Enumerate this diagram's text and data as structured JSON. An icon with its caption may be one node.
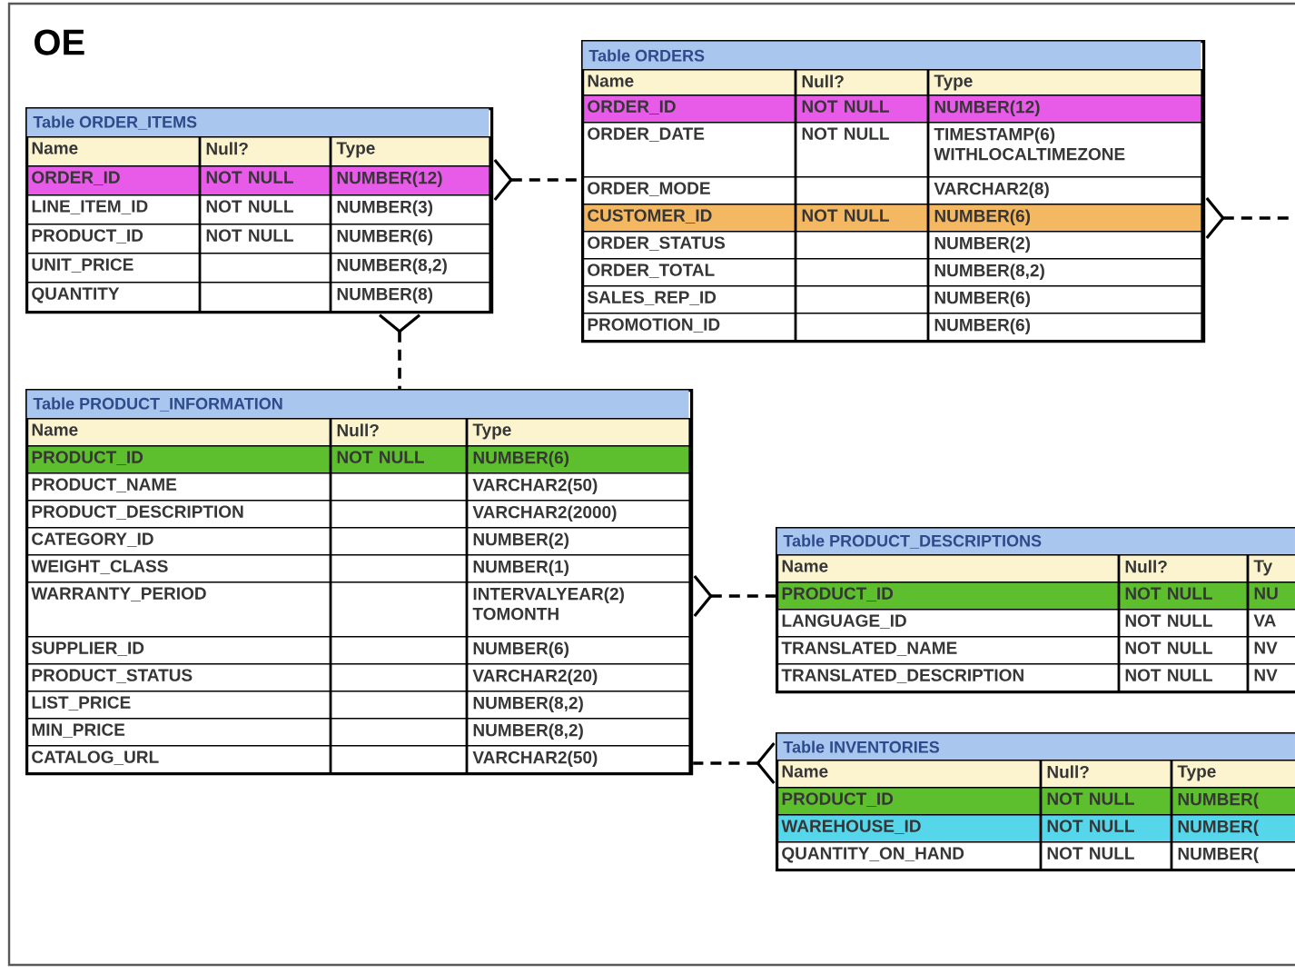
{
  "diagram": {
    "title": "OE",
    "nodes": [
      {
        "text": [
          "Table ORDER_ITEMS"
        ]
      },
      {
        "text": [
          "Name",
          "Null?",
          "Type"
        ],
        "in": 0
      },
      {
        "text": [
          "ORDER_ID",
          "NOT NULL",
          "NUMBER(12)"
        ],
        "in": 0
      },
      {
        "text": [
          "LINE_ITEM_ID",
          "NOT NULL",
          "NUMBER(3)"
        ],
        "in": 0
      },
      {
        "text": [
          "PRODUCT_ID",
          "NOT NULL",
          "NUMBER(6)"
        ],
        "in": 0
      },
      {
        "text": [
          "UNIT_PRICE",
          "NUMBER(8,2)"
        ],
        "in": 0
      },
      {
        "text": [
          "QUANTITY",
          "NUMBER(8)"
        ],
        "in": 0
      },
      {
        "text": [
          "Table ORDERS"
        ]
      },
      {
        "text": [
          "Name",
          "Null?",
          "Type"
        ],
        "in": 7
      },
      {
        "text": [
          "ORDER_ID",
          "NOT NULL",
          "NUMBER(12)"
        ],
        "in": 7
      },
      {
        "text": [
          "ORDER_DATE",
          "NOT NULL",
          "TIMESTAMP(6) WITHLOCALTIMEZONE"
        ],
        "in": 7
      },
      {
        "text": [
          "ORDER_MODE",
          "VARCHAR2(8)"
        ],
        "in": 7
      },
      {
        "text": [
          "CUSTOMER_ID",
          "NOT NULL",
          "NUMBER(6)"
        ],
        "in": 7
      },
      {
        "text": [
          "ORDER_STATUS",
          "NUMBER(2)"
        ],
        "in": 7
      },
      {
        "text": [
          "ORDER_TOTAL",
          "NUMBER(8,2)"
        ],
        "in": 7
      },
      {
        "text": [
          "SALES_REP_ID",
          "NUMBER(6)"
        ],
        "in": 7
      },
      {
        "text": [
          "PROMOTION_ID",
          "NUMBER(6)"
        ],
        "in": 7
      },
      {
        "text": [
          "Table PRODUCT_INFORMATION"
        ]
      },
      {
        "text": [
          "Name",
          "Null?",
          "Type"
        ],
        "in": 17
      },
      {
        "text": [
          "PRODUCT_ID",
          "NOT NULL",
          "NUMBER(6)"
        ],
        "in": 17
      },
      {
        "text": [
          "PRODUCT_NAME",
          "VARCHAR2(50)"
        ],
        "in": 17
      },
      {
        "text": [
          "PRODUCT_DESCRIPTION",
          "VARCHAR2(2000)"
        ],
        "in": 17
      },
      {
        "text": [
          "CATEGORY_ID",
          "NUMBER(2)"
        ],
        "in": 17
      },
      {
        "text": [
          "WEIGHT_CLASS",
          "NUMBER(1)"
        ],
        "in": 17
      },
      {
        "text": [
          "WARRANTY_PERIOD",
          "INTERVALYEAR(2) TOMONTH"
        ],
        "in": 17
      },
      {
        "text": [
          "SUPPLIER_ID",
          "NUMBER(6)"
        ],
        "in": 17
      },
      {
        "text": [
          "PRODUCT_STATUS",
          "VARCHAR2(20)"
        ],
        "in": 17
      },
      {
        "text": [
          "LIST_PRICE",
          "NUMBER(8,2)"
        ],
        "in": 17
      },
      {
        "text": [
          "MIN_PRICE",
          "NUMBER(8,2)"
        ],
        "in": 17
      },
      {
        "text": [
          "CATALOG_URL",
          "VARCHAR2(50)"
        ],
        "in": 17
      },
      {
        "text": [
          "Table PRODUCT_DESCRIPTIONS"
        ]
      },
      {
        "text": [
          "Name",
          "Null?",
          "Ty"
        ],
        "in": 30
      },
      {
        "text": [
          "PRODUCT_ID",
          "NOT NULL",
          "NU"
        ],
        "in": 30
      },
      {
        "text": [
          "LANGUAGE_ID",
          "NOT NULL",
          "VA"
        ],
        "in": 30
      },
      {
        "text": [
          "TRANSLATED_NAME",
          "NOT NULL",
          "NV"
        ],
        "in": 30
      },
      {
        "text": [
          "TRANSLATED_DESCRIPTION",
          "NOT NULL",
          "NV"
        ],
        "in": 30
      },
      {
        "text": [
          "Table INVENTORIES"
        ]
      },
      {
        "text": [
          "Name",
          "Null?",
          "Type"
        ],
        "in": 36
      },
      {
        "text": [
          "PRODUCT_ID",
          "NOT NULL",
          "NUMBER("
        ],
        "in": 36
      },
      {
        "text": [
          "WAREHOUSE_ID",
          "NOT NULL",
          "NUMBER("
        ],
        "in": 36
      },
      {
        "text": [
          "QUANTITY_ON_HAND",
          "NOT NULL",
          "NUMBER("
        ],
        "in": 36
      }
    ],
    "edges": [
      {
        "from": 0,
        "to": 7,
        "arrow": "other",
        "style": "dashed"
      },
      {
        "from": 7,
        "to": null,
        "arrow": "other",
        "style": "dashed"
      },
      {
        "from": 0,
        "to": 17,
        "arrow": "other",
        "style": "dashed"
      },
      {
        "from": 17,
        "to": 30,
        "arrow": "other",
        "style": "dashed"
      },
      {
        "from": 36,
        "to": 17,
        "arrow": "other",
        "style": "dashed"
      }
    ]
  }
}
